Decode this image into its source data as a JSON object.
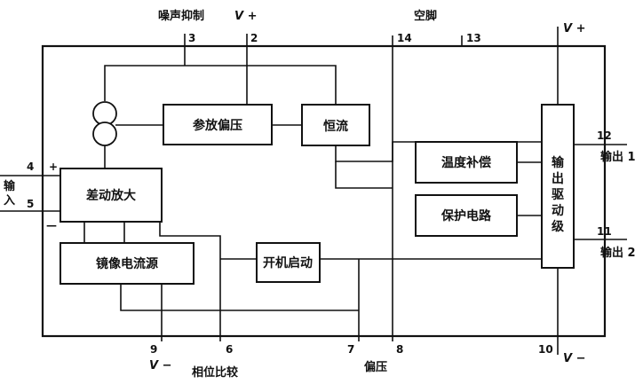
{
  "blocks": {
    "diff_amp": "差动放大",
    "bias": "参放偏压",
    "constant_current": "恒流",
    "mirror_source": "镜像电流源",
    "startup": "开机启动",
    "temp_comp": "温度补偿",
    "protection": "保护电路",
    "output_driver": [
      "输",
      "出",
      "驱",
      "动",
      "级"
    ]
  },
  "pins": {
    "p2": "2",
    "p3": "3",
    "p4": "4",
    "p5": "5",
    "p6": "6",
    "p7": "7",
    "p8": "8",
    "p9": "9",
    "p10": "10",
    "p11": "11",
    "p12": "12",
    "p13": "13",
    "p14": "14"
  },
  "labels": {
    "noise_suppress": "噪声抑制",
    "v_plus_top": "V +",
    "nc": "空脚",
    "v_plus_right": "V +",
    "input": [
      "输",
      "入"
    ],
    "plus": "+",
    "minus": "—",
    "v_minus_bottom": "V −",
    "phase_compare": "相位比较",
    "bias_pin": "偏压",
    "v_minus_right": "V −",
    "output1": "输出 1",
    "output2": "输出 2"
  }
}
